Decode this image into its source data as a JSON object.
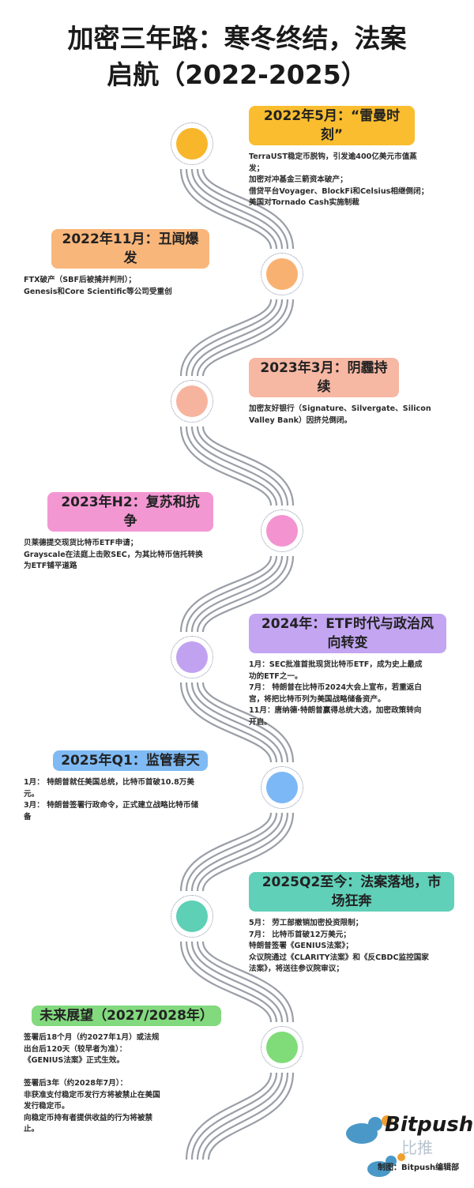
{
  "title_line1": "加密三年路：寒冬终结，法案",
  "title_line2": "启航（2022-2025）",
  "events": [
    {
      "tag": "2022年5月：“雷曼时刻”",
      "color": "#f9bd2f",
      "dot": "#f8b62b",
      "body": "TerraUST稳定币脱钩，引发逾400亿美元市值蒸\n发；\n加密对冲基金三箭资本破产；\n借贷平台Voyager、BlockFi和Celsius相继倒闭；\n美国对Tornado Cash实施制裁"
    },
    {
      "tag": "2022年11月：丑闻爆发",
      "color": "#f9b67a",
      "dot": "#f9b171",
      "body": "FTX破产（SBF后被捕并判刑）；\nGenesis和Core Scientific等公司受重创"
    },
    {
      "tag": "2023年3月：阴霾持续",
      "color": "#f6b7a3",
      "dot": "#f6b49e",
      "body": "加密友好银行（Signature、Silvergate、Silicon\nValley Bank）因挤兑倒闭。"
    },
    {
      "tag": "2023年H2：复苏和抗争",
      "color": "#f397d3",
      "dot": "#f393d0",
      "body": "贝莱德提交现货比特币ETF申请；\nGrayscale在法庭上击败SEC，为其比特币信托转换\n为ETF铺平道路"
    },
    {
      "tag": "2024年：ETF时代与政治风向转变",
      "color": "#c3a5f2",
      "dot": "#c1a2f0",
      "body": "1月：SEC批准首批现货比特币ETF，成为史上最成\n功的ETF之一。\n7月： 特朗普在比特币2024大会上宣布，若重返白\n宫，将把比特币列为美国战略储备资产。\n11月：唐纳德·特朗普赢得总统大选，加密政策转向\n开启。"
    },
    {
      "tag": "2025年Q1：监管春天",
      "color": "#7fbaf4",
      "dot": "#7db8f6",
      "body": "1月： 特朗普就任美国总统，比特币首破10.8万美\n元。\n3月： 特朗普签署行政命令，正式建立战略比特币储\n备"
    },
    {
      "tag": "2025Q2至今：法案落地，市场狂奔",
      "color": "#60d0b8",
      "dot": "#5dd0b6",
      "body": "5月： 劳工部撤销加密投资限制；\n7月： 比特币首破12万美元；\n特朗普签署《GENIUS法案》；\n众议院通过《CLARITY法案》和《反CBDC监控国家\n法案》，将送往参议院审议；"
    },
    {
      "tag": "未来展望（2027/2028年）",
      "color": "#82d97e",
      "dot": "#80dc78",
      "body": "签署后18个月（约2027年1月）或法规\n出台后120天（较早者为准）：\n《GENIUS法案》正式生效。\n\n签署后3年（约2028年7月）：\n非获准支付稳定币发行方将被禁止在美国\n发行稳定币。\n向稳定币持有者提供收益的行为将被禁\n止。"
    }
  ],
  "logo": {
    "name": "Bitpush",
    "cn": "比推"
  },
  "credit": "制图：Bitpush编辑部",
  "road_color": "#9a9ea6"
}
